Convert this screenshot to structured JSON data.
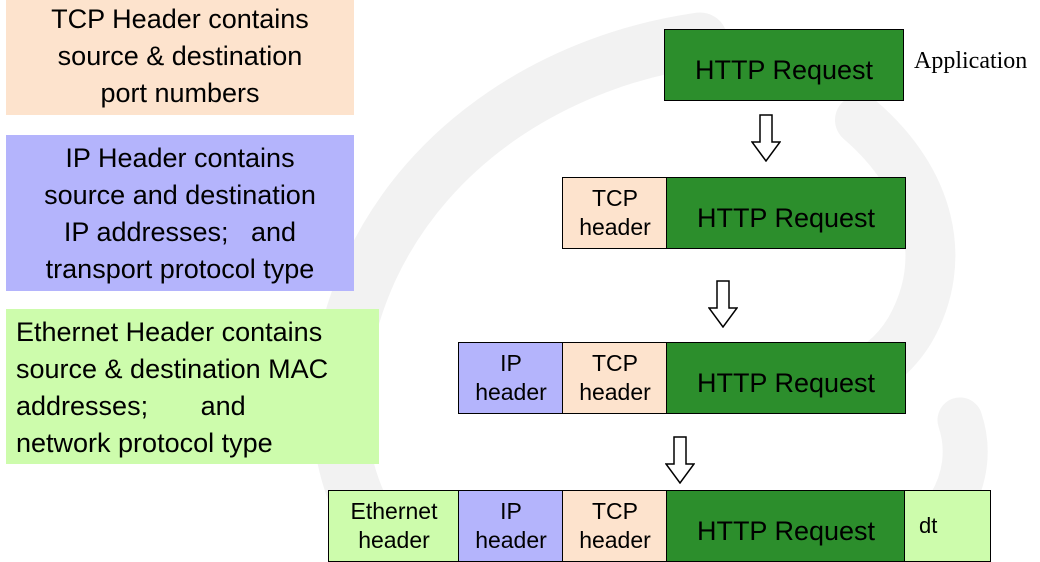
{
  "colors": {
    "tcp": "#fde3cd",
    "ip": "#b4b4fc",
    "ethernet": "#cdfcac",
    "http": "#2c8e2c"
  },
  "notes": {
    "tcp": [
      "TCP Header contains",
      "source & destination",
      "port numbers"
    ],
    "ip": [
      "IP Header contains",
      "source and destination",
      "IP addresses;   and",
      "transport protocol type"
    ],
    "ethernet": [
      "Ethernet Header contains",
      "source & destination MAC",
      "addresses;       and",
      "network protocol type"
    ]
  },
  "layer_label": "Application",
  "packet": {
    "http": "HTTP Request",
    "tcp_header": [
      "TCP",
      "header"
    ],
    "ip_header": [
      "IP",
      "header"
    ],
    "ethernet_header": [
      "Ethernet",
      "header"
    ],
    "trailer": "dt"
  },
  "arrow_icon": "hollow-down-arrow"
}
